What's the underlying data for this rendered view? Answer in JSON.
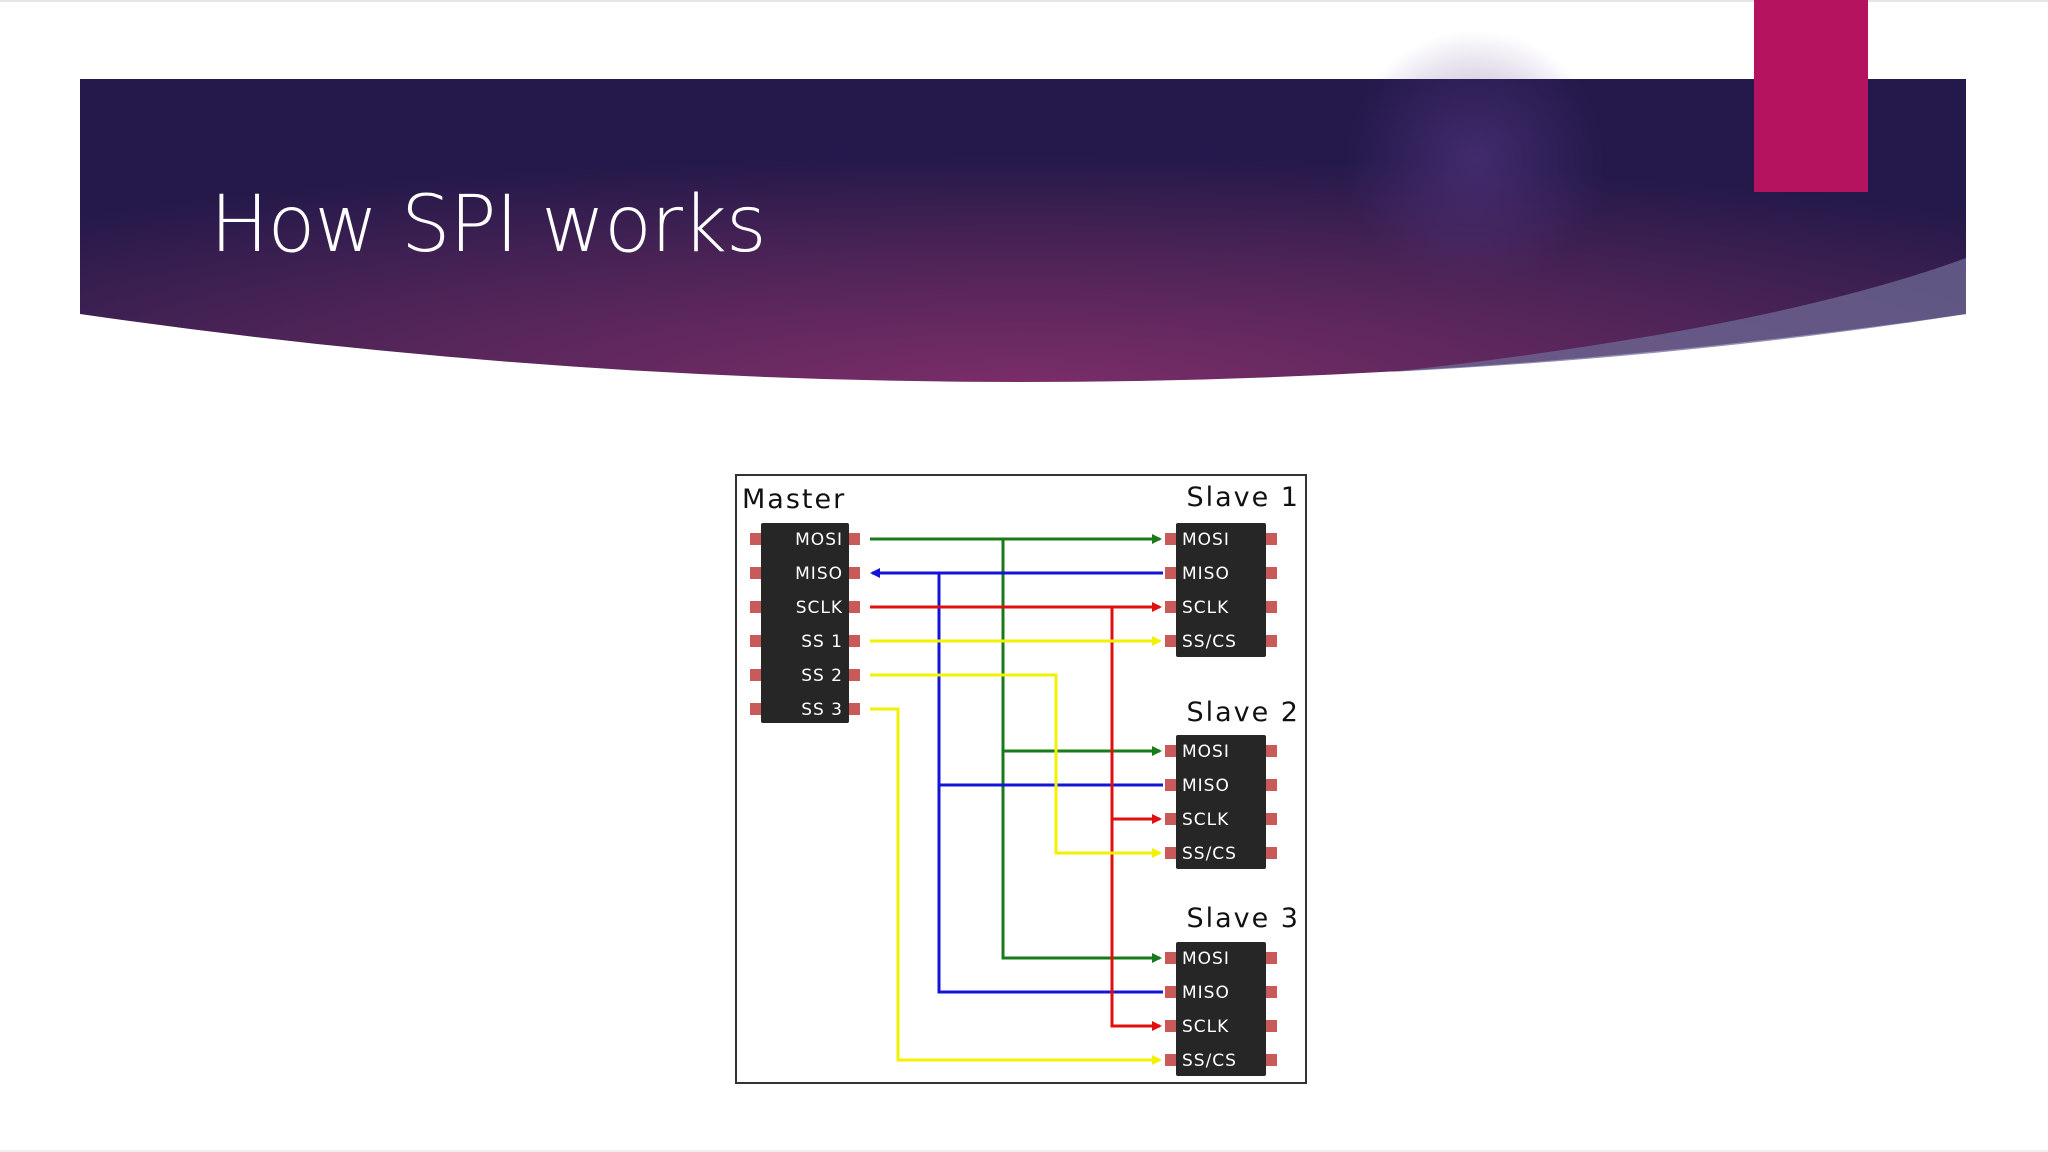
{
  "slide": {
    "title": "How SPI works",
    "colors": {
      "banner_dark": "#2a1d4c",
      "banner_mid": "#6b2b62",
      "accent": "#b5135f",
      "title_text": "#ffffff"
    }
  },
  "diagram": {
    "master": {
      "label": "Master",
      "pins": [
        "MOSI",
        "MISO",
        "SCLK",
        "SS 1",
        "SS 2",
        "SS 3"
      ]
    },
    "slaves": [
      {
        "label": "Slave 1",
        "pins": [
          "MOSI",
          "MISO",
          "SCLK",
          "SS/CS"
        ]
      },
      {
        "label": "Slave 2",
        "pins": [
          "MOSI",
          "MISO",
          "SCLK",
          "SS/CS"
        ]
      },
      {
        "label": "Slave 3",
        "pins": [
          "MOSI",
          "MISO",
          "SCLK",
          "SS/CS"
        ]
      }
    ],
    "signal_colors": {
      "MOSI": "#1a7a1a",
      "MISO": "#1414d8",
      "SCLK": "#e01010",
      "SS": "#f2f200"
    }
  }
}
